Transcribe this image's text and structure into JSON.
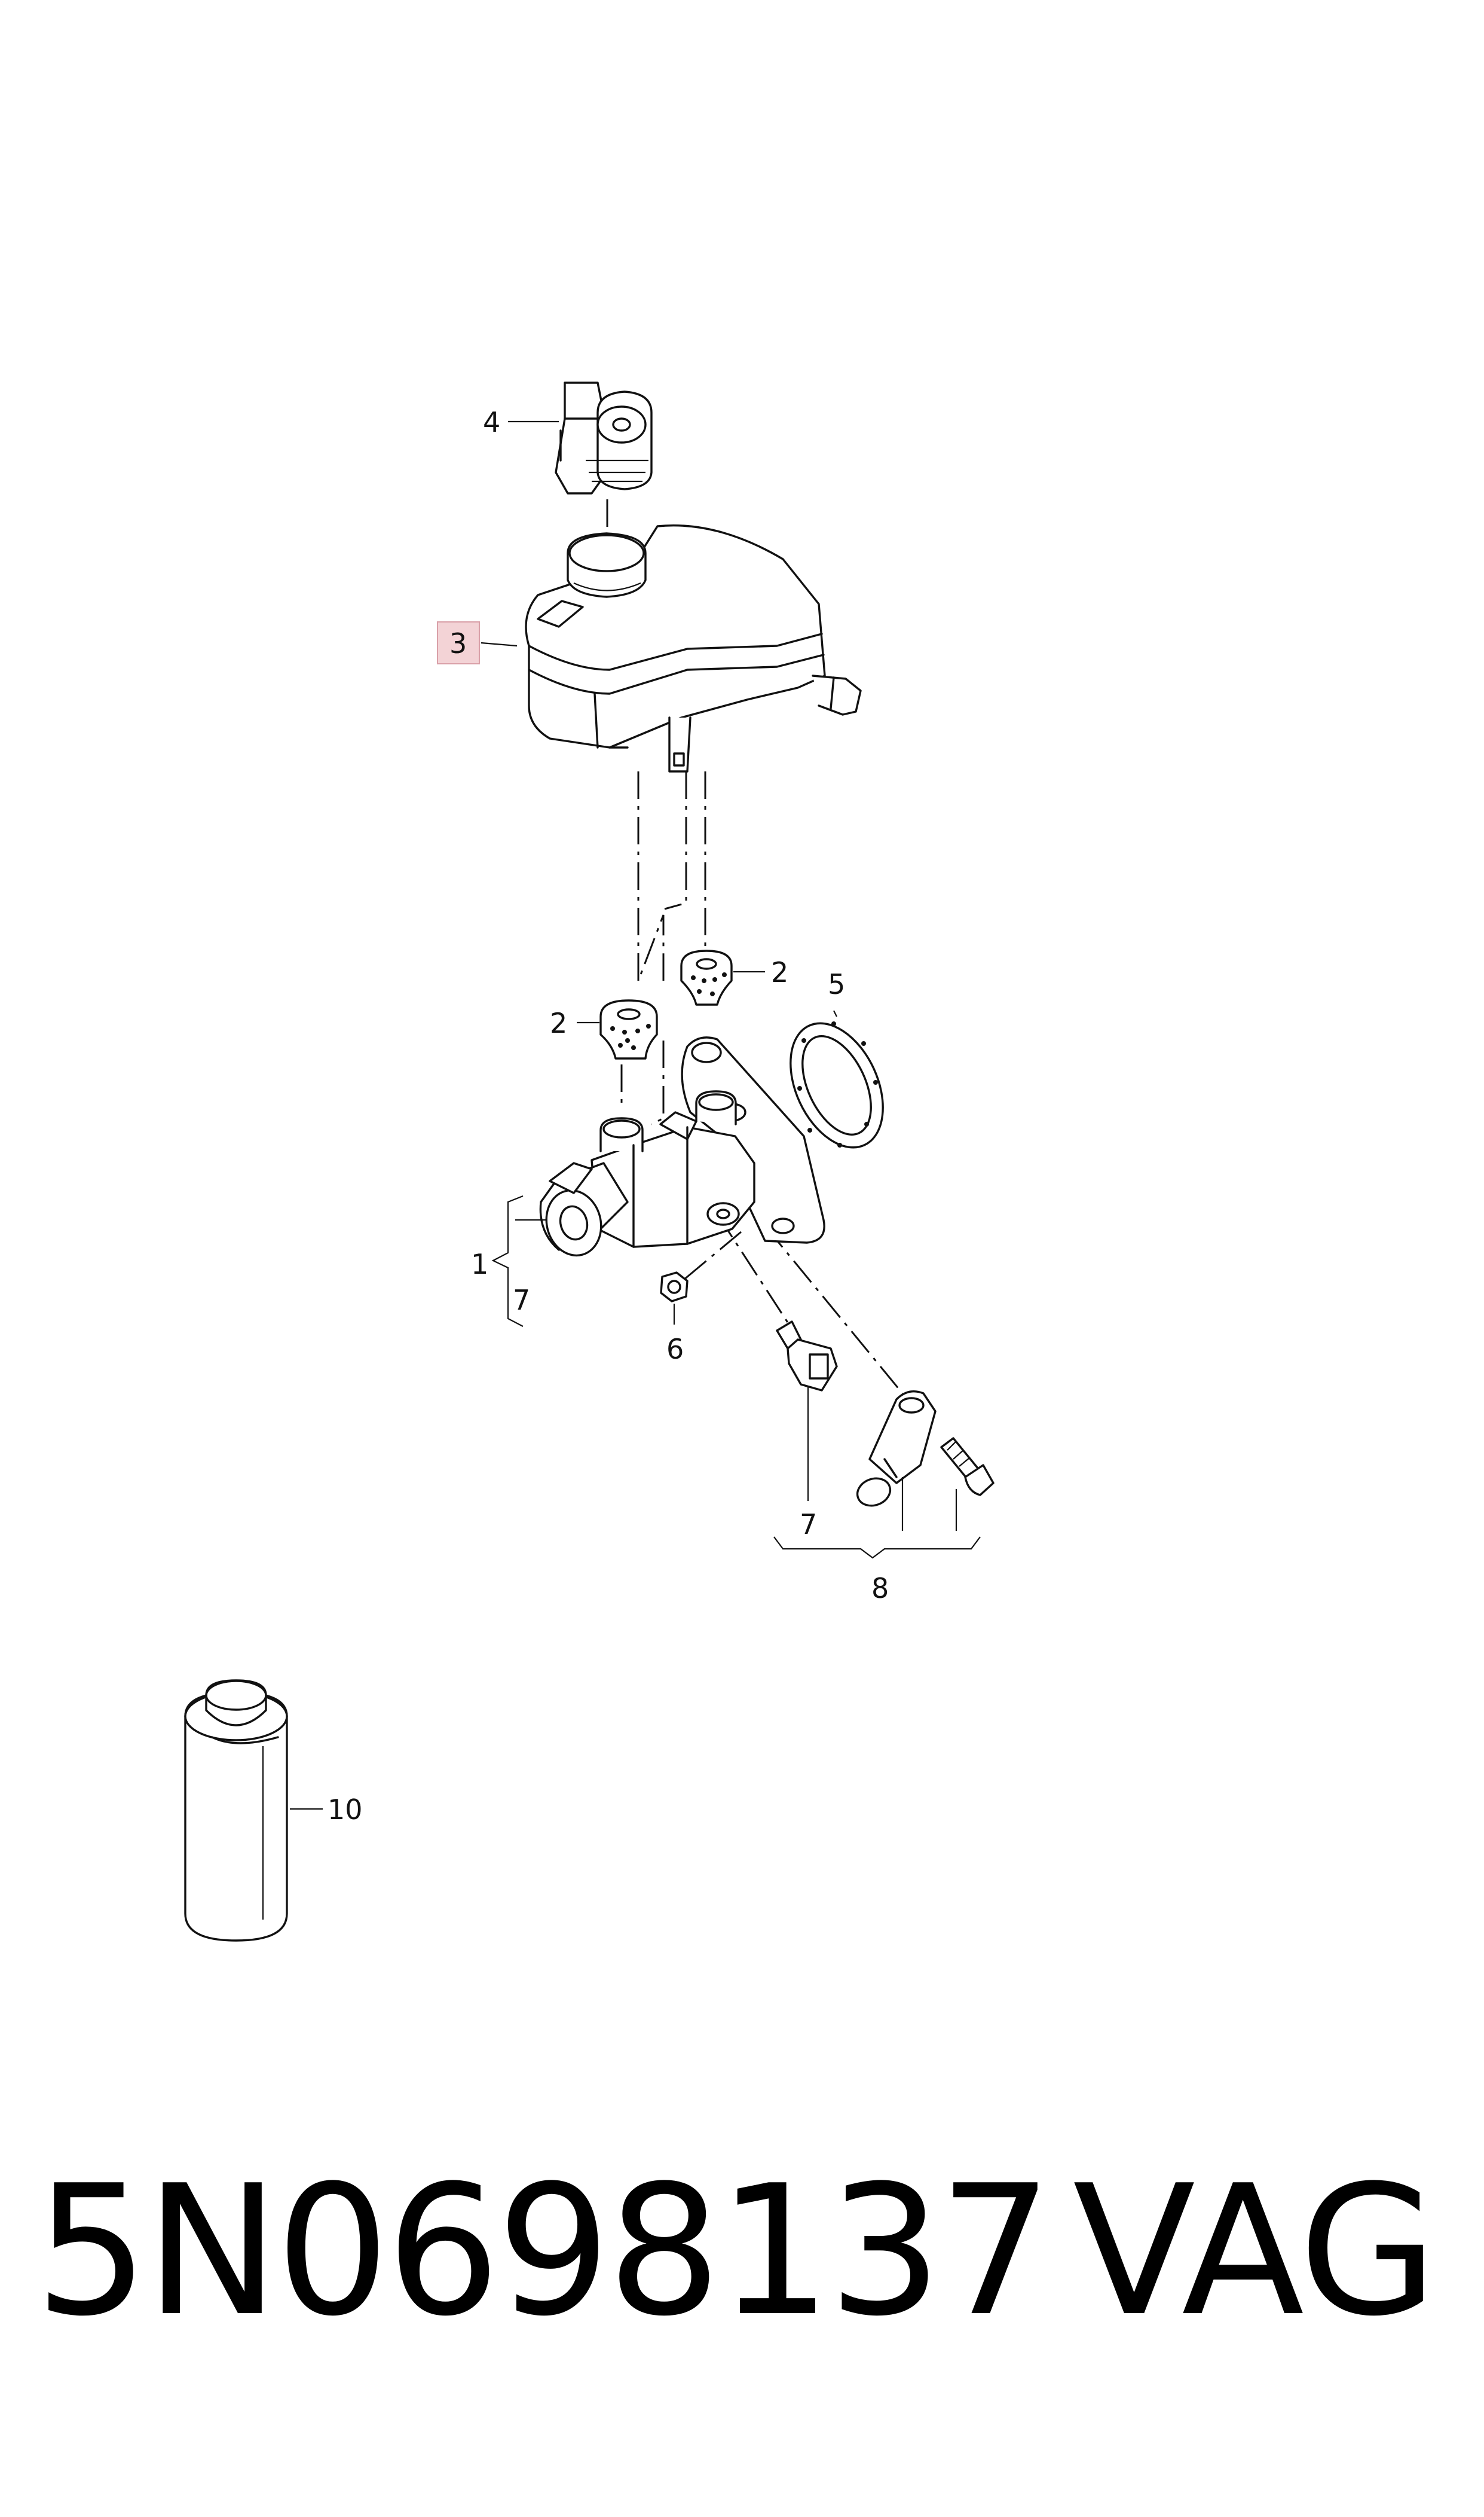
{
  "callouts": {
    "c1": "1",
    "c2a": "2",
    "c2b": "2",
    "c3": "3",
    "c4": "4",
    "c5": "5",
    "c6": "6",
    "c7a": "7",
    "c7b": "7",
    "c8": "8",
    "c10": "10"
  },
  "highlight_color": "#f3d3d6",
  "part_number": "5N0698137",
  "brand": "VAG"
}
